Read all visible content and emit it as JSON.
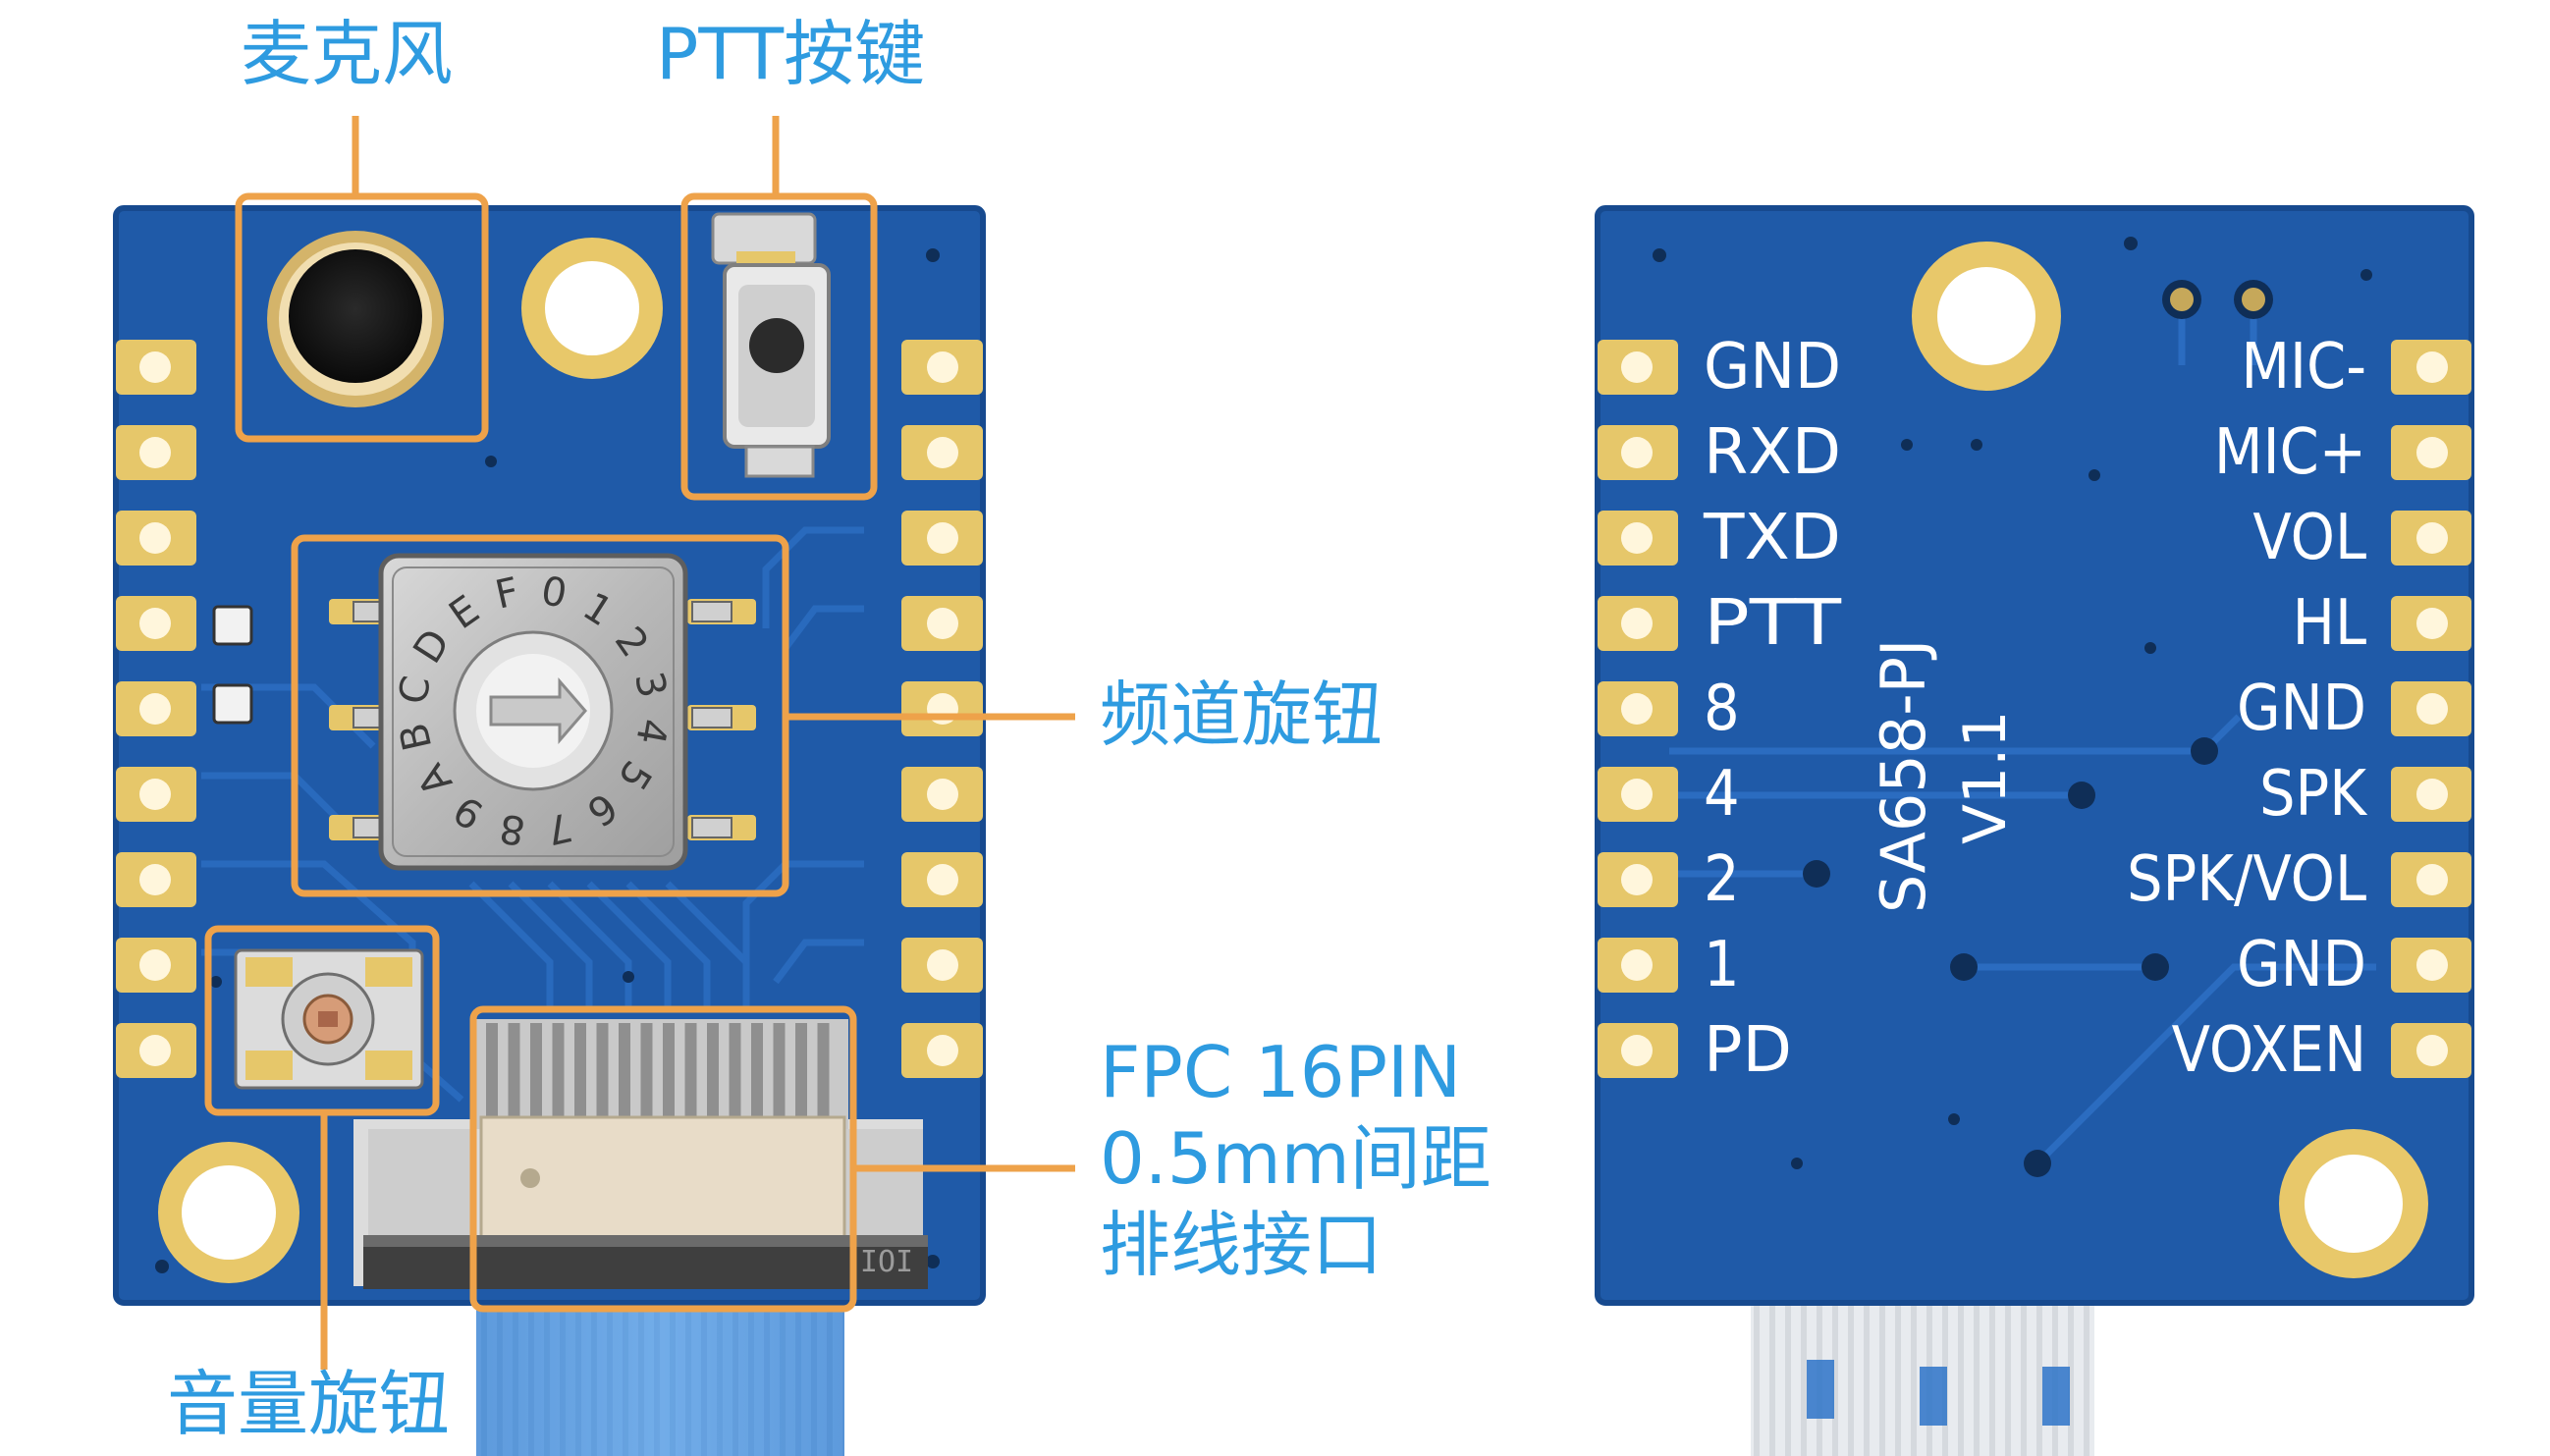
{
  "front_annotations": {
    "microphone": "麦克风",
    "ptt_button": "PTT按键",
    "channel_knob": "频道旋钮",
    "volume_knob": "音量旋钮",
    "fpc_line1": "FPC 16PIN",
    "fpc_line2": "0.5mm间距",
    "fpc_line3": "排线接口"
  },
  "rotary_switch_digits": "0123456789ABCDEF",
  "back_board": {
    "model": "SA658-PJ",
    "version": "V1.1",
    "left_pins": [
      "GND",
      "RXD",
      "TXD",
      "PTT",
      "8",
      "4",
      "2",
      "1",
      "PD"
    ],
    "right_pins": [
      "MIC-",
      "MIC+",
      "VOL",
      "HL",
      "GND",
      "SPK",
      "SPK/VOL",
      "GND",
      "VOXEN"
    ]
  },
  "colors": {
    "pcb": "#1f5aa8",
    "pad_gold": "#e6c76a",
    "callout_orange": "#eea24a",
    "callout_text": "#2e9be0"
  }
}
